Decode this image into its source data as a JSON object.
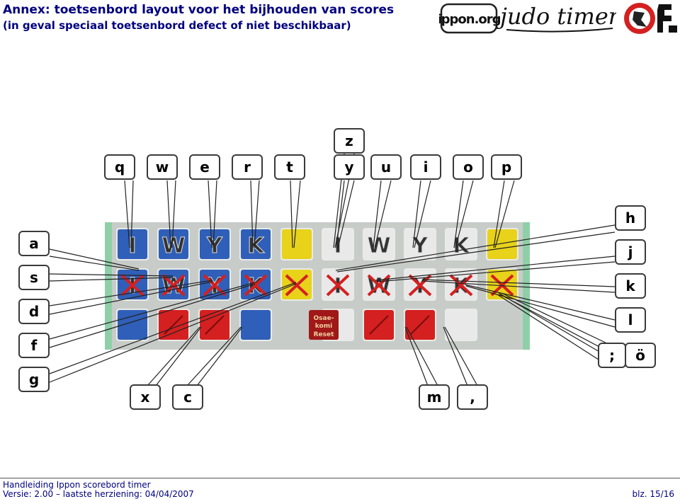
{
  "header": {
    "title_line1": "Annex: toetsenbord layout voor het bijhouden van scores",
    "title_line2": "(in geval speciaal toetsenbord defect of niet beschikbaar)"
  },
  "logo": {
    "site": "ippon.org",
    "product": "judo timer"
  },
  "keyboard_photo": {
    "row1_letters": [
      "I",
      "W",
      "Y",
      "K",
      "",
      "I",
      "W",
      "Y",
      "K",
      ""
    ],
    "row1_colors": [
      "#2f5fb8",
      "#2f5fb8",
      "#2f5fb8",
      "#2f5fb8",
      "#e8d21a",
      "#e9e9e9",
      "#e9e9e9",
      "#e9e9e9",
      "#e9e9e9",
      "#e8d21a"
    ],
    "row2_letters": [
      "I",
      "W",
      "Y",
      "K",
      "",
      "I",
      "W",
      "Y",
      "K",
      ""
    ],
    "row2_colors": [
      "#2f5fb8",
      "#2f5fb8",
      "#2f5fb8",
      "#2f5fb8",
      "#e8d21a",
      "#e9e9e9",
      "#e9e9e9",
      "#e9e9e9",
      "#e9e9e9",
      "#e8d21a"
    ],
    "row3_colors": [
      "#2f5fb8",
      "#d42020",
      "#d42020",
      "#2f5fb8",
      "#a01818",
      "#e9e9e9",
      "#d42020",
      "#d42020",
      "#e9e9e9"
    ],
    "reset_key_text": [
      "Osae-",
      "komi",
      "Reset"
    ]
  },
  "key_labels": {
    "q": "q",
    "w": "w",
    "e": "e",
    "r": "r",
    "t": "t",
    "z": "z",
    "y": "y",
    "u": "u",
    "i": "i",
    "o": "o",
    "p": "p",
    "a": "a",
    "s": "s",
    "d": "d",
    "f": "f",
    "g": "g",
    "h": "h",
    "j": "j",
    "k": "k",
    "l": "l",
    "semicolon": ";",
    "odiaeresis": "ö",
    "x": "x",
    "c": "c",
    "m": "m",
    "comma": ","
  },
  "footer": {
    "line1": "Handleiding Ippon scorebord timer",
    "line2": "Versie: 2.00 – laatste herziening: 04/04/2007",
    "page": "blz. 15/16"
  },
  "colors": {
    "title": "#000080",
    "ippon_red": "#d42020",
    "blue_key": "#2f5fb8",
    "yellow_key": "#e8d21a"
  }
}
